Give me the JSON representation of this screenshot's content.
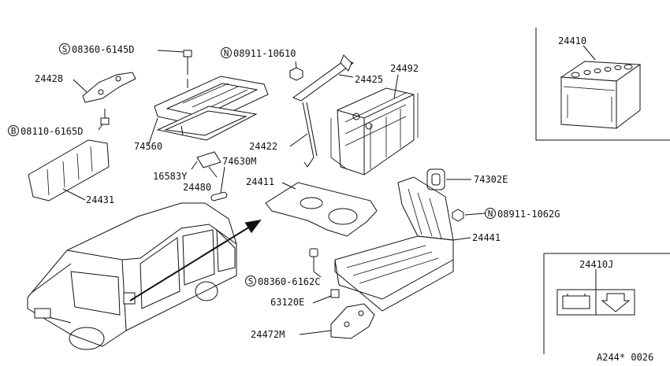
{
  "labels": {
    "prefix_s1": "S",
    "prefix_s2": "S",
    "prefix_b": "B",
    "prefix_n1": "N",
    "prefix_n2": "N",
    "p08360_6145d": "08360-6145D",
    "p08911_10610": "08911-10610",
    "p24428": "24428",
    "p08110_6165d": "08110-6165D",
    "p24425": "24425",
    "p24492": "24492",
    "p74560": "74560",
    "p24422": "24422",
    "p16583y": "16583Y",
    "p74630m": "74630M",
    "p24480": "24480",
    "p24411": "24411",
    "p24431": "24431",
    "p74302e": "74302E",
    "p08911_1062g": "08911-1062G",
    "p24441": "24441",
    "p08360_6162c": "08360-6162C",
    "p63120e": "63120E",
    "p24472m": "24472M",
    "p24410": "24410",
    "p24410j": "24410J",
    "diagram_code": "A244* 0026"
  }
}
